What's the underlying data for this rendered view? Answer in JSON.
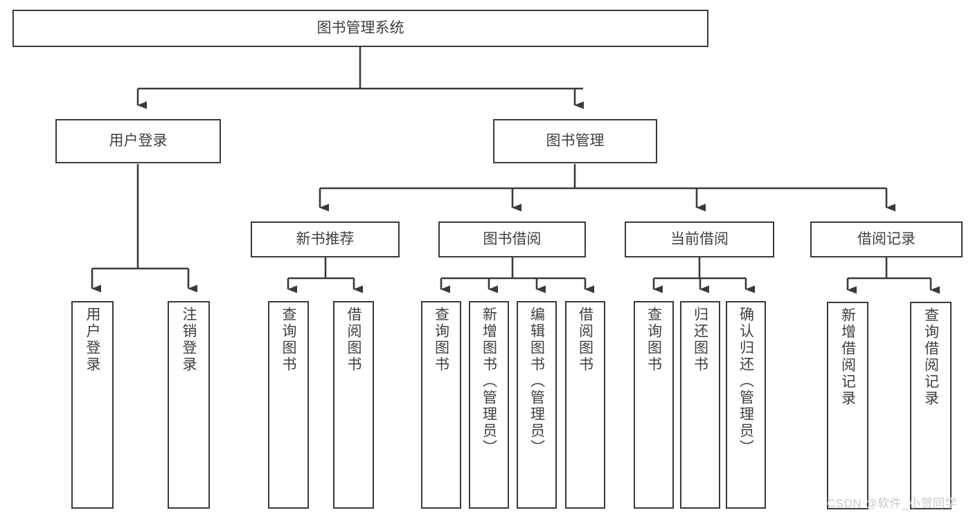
{
  "diagram": {
    "type": "hierarchy-tree",
    "title": "图书管理系统",
    "watermark": "CSDN @软件_小贺同学",
    "colors": {
      "box_border": "#3a3a3a",
      "box_fill": "#ffffff",
      "connector": "#3a3a3a",
      "text": "#3f3f3f",
      "watermark": "#c9c9c9",
      "background": "#ffffff"
    },
    "nodes": {
      "root": {
        "label": "图书管理系统"
      },
      "level2": [
        {
          "label": "用户登录"
        },
        {
          "label": "图书管理"
        }
      ],
      "level3": [
        {
          "label": "新书推荐"
        },
        {
          "label": "图书借阅"
        },
        {
          "label": "当前借阅"
        },
        {
          "label": "借阅记录"
        }
      ],
      "leaves_user_login": [
        {
          "label": "用户登录"
        },
        {
          "label": "注销登录"
        }
      ],
      "leaves_new_book": [
        {
          "label": "查询图书"
        },
        {
          "label": "借阅图书"
        }
      ],
      "leaves_borrow": [
        {
          "label": "查询图书"
        },
        {
          "label": "新增图书（管理员）"
        },
        {
          "label": "编辑图书（管理员）"
        },
        {
          "label": "借阅图书"
        }
      ],
      "leaves_current": [
        {
          "label": "查询图书"
        },
        {
          "label": "归还图书"
        },
        {
          "label": "确认归还（管理员）"
        }
      ],
      "leaves_records": [
        {
          "label": "新增借阅记录"
        },
        {
          "label": "查询借阅记录"
        }
      ]
    }
  }
}
